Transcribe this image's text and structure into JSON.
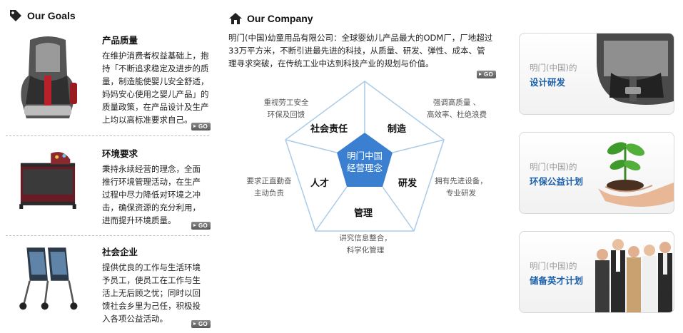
{
  "goals": {
    "heading": "Our Goals",
    "items": [
      {
        "title": "产品质量",
        "lines": [
          "在维护消费者权益基础上，抱",
          "持「不断追求稳定及进步的质",
          "量，制造能使婴儿安全舒适，",
          "妈妈安心使用之婴儿产品」的",
          "质量政策，在产品设计及生产",
          "上均以高标准要求自己。"
        ],
        "go": "GO"
      },
      {
        "title": "环境要求",
        "lines": [
          "秉持永续经营的理念，全面",
          "推行环境管理活动，在生产",
          "过程中尽力降低对环境之冲",
          "击，确保资源的充分利用，",
          "进而提升环境质量。"
        ],
        "go": "GO"
      },
      {
        "title": "社会企业",
        "lines": [
          "提供优良的工作与生活环境",
          "予员工，使员工在工作与生",
          "活上无后顾之忧；同时以回",
          "馈社会乡里为己任，积极投",
          "入各项公益活动。"
        ],
        "go": "GO"
      }
    ]
  },
  "company": {
    "heading": "Our Company",
    "intro_lines": [
      "明门(中国)幼童用品有限公司：全球婴幼儿产品最大的ODM厂，厂地超过",
      "33万平方米，不断引进最先进的科技，从质量、研发、弹性、成本、管",
      "理寻求突破，在传统工业中达到科技产业的规划与价值。"
    ],
    "go": "GO"
  },
  "diagram": {
    "center_lines": [
      "明门中国",
      "经营理念"
    ],
    "labels": {
      "social": "社会责任",
      "manufacture": "制造",
      "talent": "人才",
      "rd": "研发",
      "management": "管理"
    },
    "notes": {
      "social": [
        "重视劳工安全",
        "环保及回馈"
      ],
      "manufacture": [
        "强调高质量 、",
        "高效率、杜绝浪费"
      ],
      "talent": [
        "要求正直勤奋",
        "主动负责"
      ],
      "rd": [
        "拥有先进设备，",
        "专业研发"
      ],
      "management": [
        "讲究信息整合，",
        "科学化管理"
      ]
    },
    "colors": {
      "center": "#3b7fd0",
      "outline": "#a9cbe8"
    }
  },
  "cards": [
    {
      "small": "明门(中国)的",
      "big": "设计研发"
    },
    {
      "small": "明门(中国)的",
      "big": "环保公益计划"
    },
    {
      "small": "明门(中国)的",
      "big": "储备英才计划"
    }
  ]
}
